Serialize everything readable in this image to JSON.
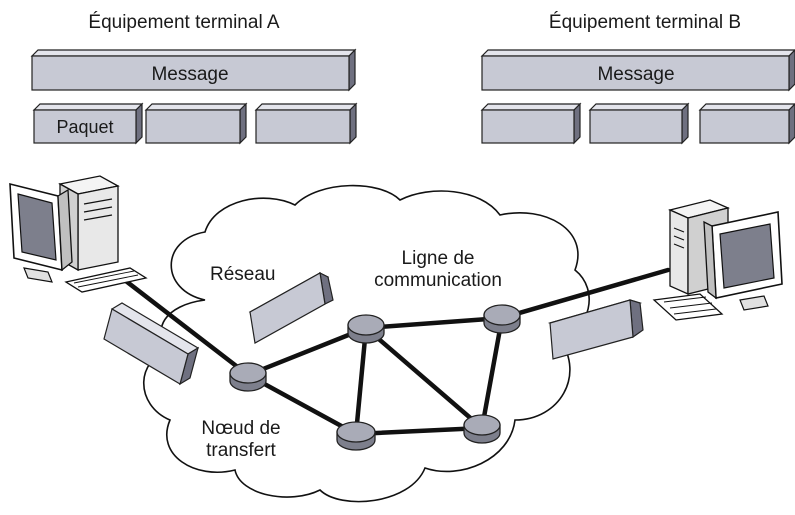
{
  "terminal_a": {
    "title": "Équipement terminal A",
    "message_label": "Message",
    "packet_label": "Paquet"
  },
  "terminal_b": {
    "title": "Équipement terminal B",
    "message_label": "Message"
  },
  "network": {
    "network_label": "Réseau",
    "line_label_1": "Ligne de",
    "line_label_2": "communication",
    "node_label_1": "Nœud de",
    "node_label_2": "transfert"
  },
  "colors": {
    "box_front": "#c7c9d4",
    "box_top": "#e4e5ec",
    "box_side": "#6f7080",
    "node": "#a9abb7"
  }
}
